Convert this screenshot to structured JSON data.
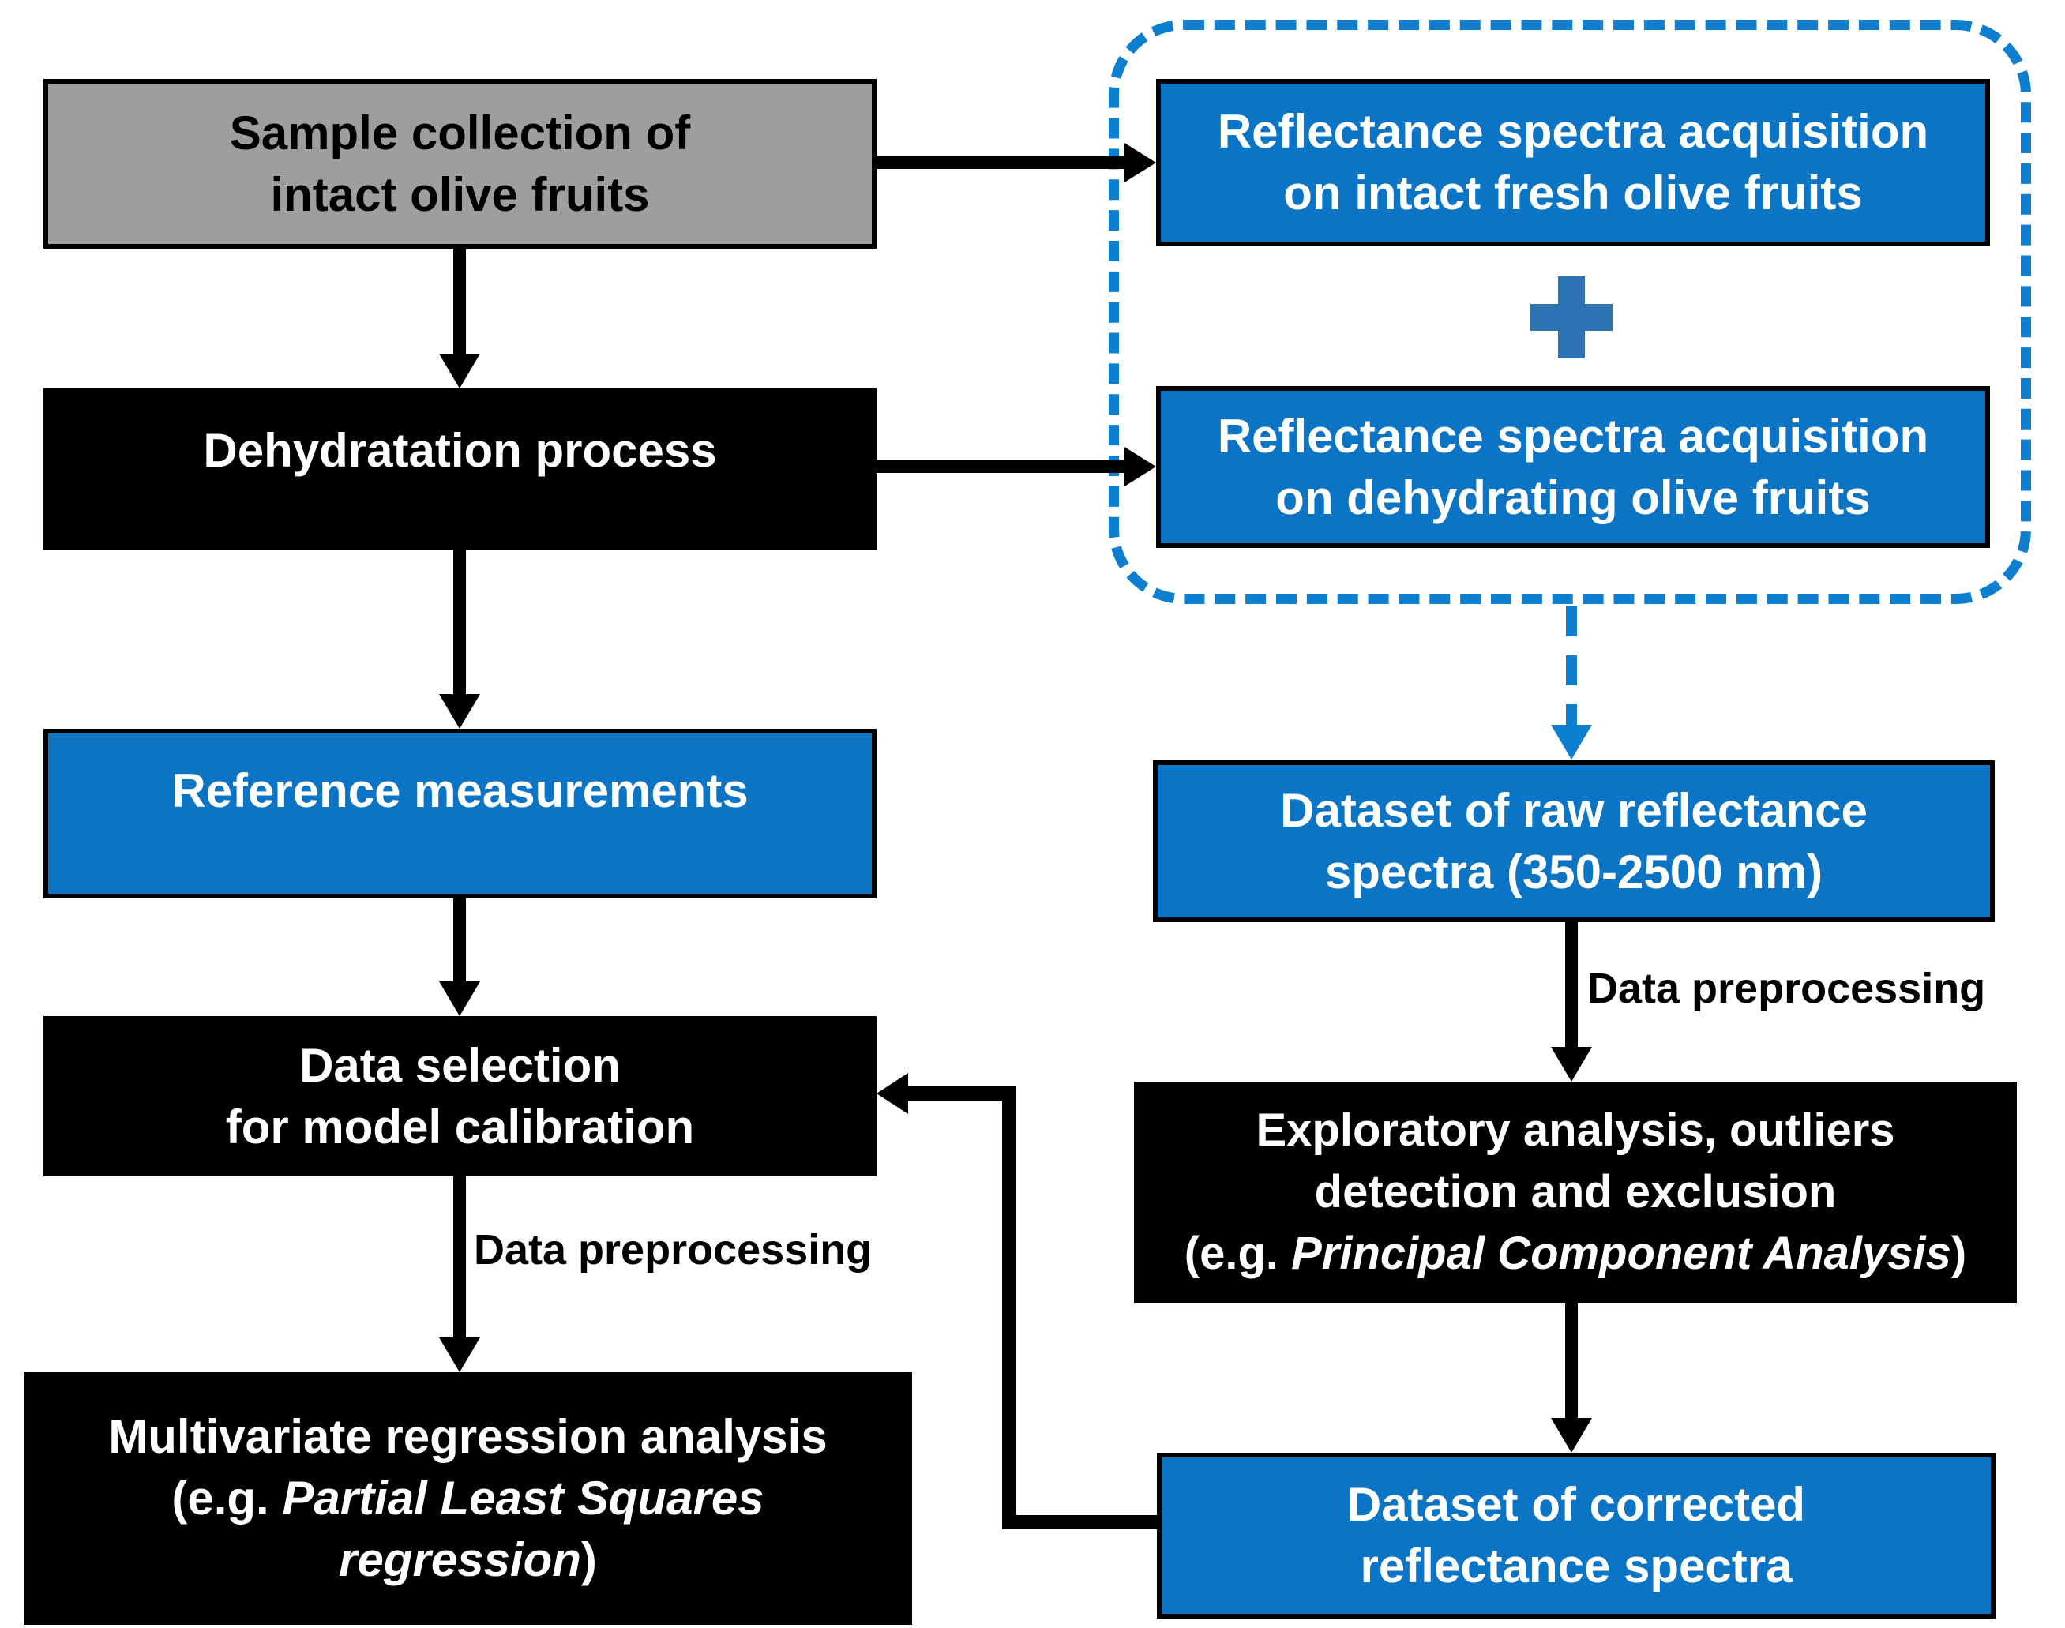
{
  "colors": {
    "box_blue": "#0b74c4",
    "box_gray": "#9e9e9e",
    "box_black": "#000000",
    "dash_blue": "#0e7ecf",
    "plus_blue": "#2e74b5",
    "arrow_black": "#000000",
    "text_on_dark": "#ffffff",
    "text_on_gray": "#000000",
    "background": "#ffffff"
  },
  "icons": {
    "plus": "plus-icon"
  },
  "boxes": {
    "sample_collection": {
      "lines": [
        "Sample collection of",
        "intact olive fruits"
      ]
    },
    "dehydratation": {
      "lines": [
        "Dehydratation process"
      ]
    },
    "reference": {
      "lines": [
        "Reference measurements"
      ]
    },
    "data_selection": {
      "lines": [
        "Data selection",
        "for model calibration"
      ]
    },
    "multivariate": {
      "line1": "Multivariate regression analysis",
      "line2_pre": "(e.g. ",
      "line2_em": "Partial Least Squares",
      "line3_em": "regression",
      "line3_post": ")"
    },
    "acq_fresh": {
      "lines": [
        "Reflectance spectra acquisition",
        "on intact fresh olive fruits"
      ]
    },
    "acq_dehydrating": {
      "lines": [
        "Reflectance spectra acquisition",
        "on dehydrating olive fruits"
      ]
    },
    "dataset_raw": {
      "lines": [
        "Dataset of raw reflectance",
        "spectra (350-2500 nm)"
      ]
    },
    "exploratory": {
      "line1": "Exploratory analysis, outliers",
      "line2": "detection and exclusion",
      "line3_pre": "(e.g. ",
      "line3_em": "Principal Component Analysis",
      "line3_post": ")"
    },
    "dataset_corrected": {
      "lines": [
        "Dataset of corrected",
        "reflectance spectra"
      ]
    }
  },
  "labels": {
    "data_preprocessing_left": "Data preprocessing",
    "data_preprocessing_right": "Data preprocessing"
  }
}
